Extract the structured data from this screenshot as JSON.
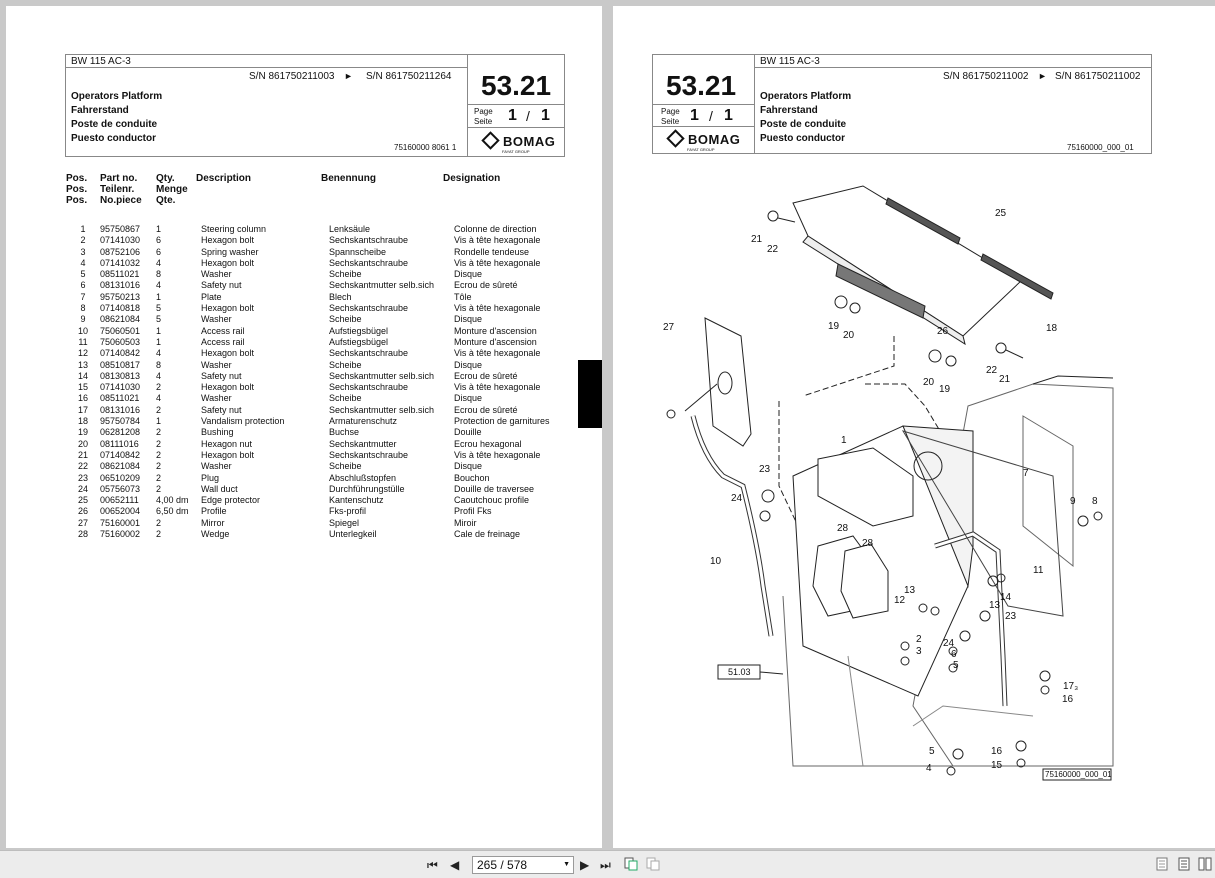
{
  "document": {
    "model": "BW 115 AC-3",
    "section_number": "53.21",
    "page_label": "Page",
    "seite_label": "Seite",
    "page_current": "1",
    "page_sep": "/",
    "page_total": "1",
    "brand": "BOMAG",
    "brand_sub": "FAYAT GROUP",
    "titles": [
      "Operators Platform",
      "Fahrerstand",
      "Poste de conduite",
      "Puesto conductor"
    ]
  },
  "left_page": {
    "sn_from": "S/N 861750211003",
    "sn_arrow": "►",
    "sn_to": "S/N 861750211264",
    "doc_code": "75160000 8061 1",
    "headers": {
      "pos": [
        "Pos.",
        "Pos.",
        "Pos."
      ],
      "part": [
        "Part no.",
        "Teilenr.",
        "No.piece"
      ],
      "qty": [
        "Qty.",
        "Menge",
        "Qte."
      ],
      "description": "Description",
      "benennung": "Benennung",
      "designation": "Designation"
    },
    "rows": [
      [
        "1",
        "95750867",
        "1",
        "Steering column",
        "Lenksäule",
        "Colonne de direction"
      ],
      [
        "2",
        "07141030",
        "6",
        "Hexagon bolt",
        "Sechskantschraube",
        "Vis à tête hexagonale"
      ],
      [
        "3",
        "08752106",
        "6",
        "Spring washer",
        "Spannscheibe",
        "Rondelle tendeuse"
      ],
      [
        "4",
        "07141032",
        "4",
        "Hexagon bolt",
        "Sechskantschraube",
        "Vis à tête hexagonale"
      ],
      [
        "5",
        "08511021",
        "8",
        "Washer",
        "Scheibe",
        "Disque"
      ],
      [
        "6",
        "08131016",
        "4",
        "Safety nut",
        "Sechskantmutter selb.sich",
        "Ecrou de sûreté"
      ],
      [
        "7",
        "95750213",
        "1",
        "Plate",
        "Blech",
        "Tôle"
      ],
      [
        "8",
        "07140818",
        "5",
        "Hexagon bolt",
        "Sechskantschraube",
        "Vis à tête hexagonale"
      ],
      [
        "9",
        "08621084",
        "5",
        "Washer",
        "Scheibe",
        "Disque"
      ],
      [
        "10",
        "75060501",
        "1",
        "Access rail",
        "Aufstiegsbügel",
        "Monture d'ascension"
      ],
      [
        "11",
        "75060503",
        "1",
        "Access rail",
        "Aufstiegsbügel",
        "Monture d'ascension"
      ],
      [
        "12",
        "07140842",
        "4",
        "Hexagon bolt",
        "Sechskantschraube",
        "Vis à tête hexagonale"
      ],
      [
        "13",
        "08510817",
        "8",
        "Washer",
        "Scheibe",
        "Disque"
      ],
      [
        "14",
        "08130813",
        "4",
        "Safety nut",
        "Sechskantmutter selb.sich",
        "Ecrou de sûreté"
      ],
      [
        "15",
        "07141030",
        "2",
        "Hexagon bolt",
        "Sechskantschraube",
        "Vis à tête hexagonale"
      ],
      [
        "16",
        "08511021",
        "4",
        "Washer",
        "Scheibe",
        "Disque"
      ],
      [
        "17",
        "08131016",
        "2",
        "Safety nut",
        "Sechskantmutter selb.sich",
        "Ecrou de sûreté"
      ],
      [
        "18",
        "95750784",
        "1",
        "Vandalism protection",
        "Armaturenschutz",
        "Protection de garnitures"
      ],
      [
        "19",
        "06281208",
        "2",
        "Bushing",
        "Buchse",
        "Douille"
      ],
      [
        "20",
        "08111016",
        "2",
        "Hexagon nut",
        "Sechskantmutter",
        "Ecrou hexagonal"
      ],
      [
        "21",
        "07140842",
        "2",
        "Hexagon bolt",
        "Sechskantschraube",
        "Vis à tête hexagonale"
      ],
      [
        "22",
        "08621084",
        "2",
        "Washer",
        "Scheibe",
        "Disque"
      ],
      [
        "23",
        "06510209",
        "2",
        "Plug",
        "Abschlußstopfen",
        "Bouchon"
      ],
      [
        "24",
        "05756073",
        "2",
        "Wall duct",
        "Durchführungstülle",
        "Douille de traversee"
      ],
      [
        "25",
        "00652111",
        "4,00  dm",
        "Edge protector",
        "Kantenschutz",
        "Caoutchouc profile"
      ],
      [
        "26",
        "00652004",
        "6,50  dm",
        "Profile",
        "Fks-profil",
        "Profil Fks"
      ],
      [
        "27",
        "75160001",
        "2",
        "Mirror",
        "Spiegel",
        "Miroir"
      ],
      [
        "28",
        "75160002",
        "2",
        "Wedge",
        "Unterlegkeil",
        "Cale de freinage"
      ]
    ]
  },
  "right_page": {
    "sn_from": "S/N 861750211002",
    "sn_arrow": "►",
    "sn_to": "S/N 861750211002",
    "doc_code": "75160000_000_01",
    "diagram": {
      "ref_box": "51.03",
      "drawing_id": "75160000_000_01",
      "callouts": [
        "25",
        "21",
        "22",
        "18",
        "26",
        "19",
        "20",
        "27",
        "22",
        "21",
        "20",
        "19",
        "1",
        "7",
        "23",
        "24",
        "28",
        "28",
        "10",
        "9",
        "8",
        "11",
        "13",
        "12",
        "14",
        "13",
        "23",
        "2",
        "3",
        "24",
        "6",
        "5",
        "17₃",
        "16",
        "5",
        "16",
        "15",
        "4"
      ]
    }
  },
  "toolbar": {
    "page_display": "265 / 578",
    "dropdown_arrow": "▼",
    "first_label": "⏮",
    "prev_label": "◀",
    "next_label": "▶",
    "last_label": "⏭"
  }
}
